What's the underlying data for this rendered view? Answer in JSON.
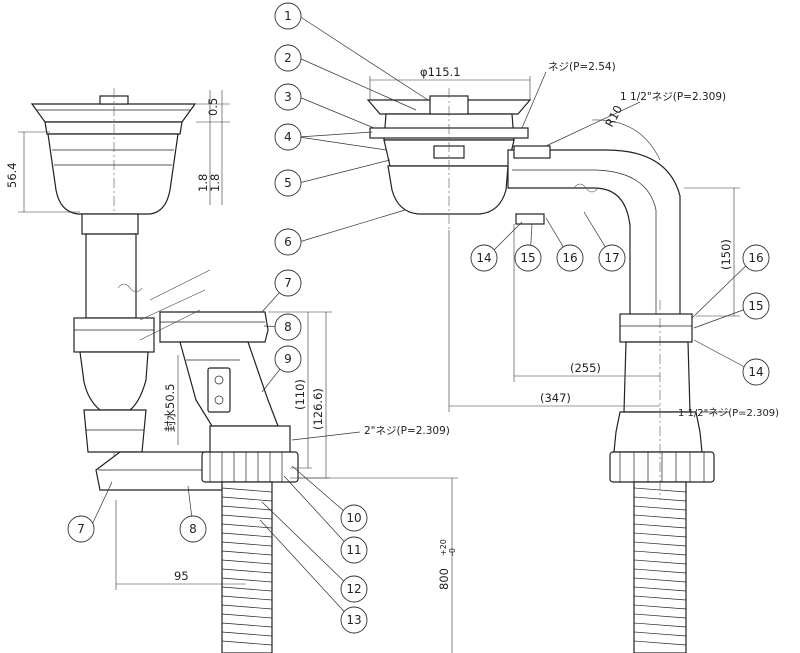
{
  "part_numbers": [
    "1",
    "2",
    "3",
    "4",
    "5",
    "6",
    "7",
    "8",
    "9",
    "10",
    "11",
    "12",
    "13",
    "14",
    "15",
    "16",
    "17"
  ],
  "callouts": {
    "top": [
      {
        "id": "1"
      },
      {
        "id": "2"
      },
      {
        "id": "3"
      },
      {
        "id": "4"
      },
      {
        "id": "5"
      },
      {
        "id": "6"
      }
    ],
    "left_view": [
      {
        "id": "7"
      },
      {
        "id": "8"
      },
      {
        "id": "9"
      },
      {
        "id": "7"
      },
      {
        "id": "8"
      },
      {
        "id": "10"
      },
      {
        "id": "11"
      },
      {
        "id": "12"
      },
      {
        "id": "13"
      }
    ],
    "right_view": [
      {
        "id": "14"
      },
      {
        "id": "15"
      },
      {
        "id": "16"
      },
      {
        "id": "17"
      },
      {
        "id": "16"
      },
      {
        "id": "15"
      },
      {
        "id": "14"
      }
    ]
  },
  "dimensions": {
    "diameter": "φ115.1",
    "depth": "56.4",
    "gap_top": "0.5",
    "wall_a": "1.8",
    "wall_b": "1.8",
    "trap_height": "(110)",
    "trap_total": "(126.6)",
    "seal": "封水50.5",
    "offset_95": "95",
    "hose_length": "800",
    "hose_tol_plus": "+20",
    "hose_tol_minus": "-0",
    "horiz_255": "(255)",
    "horiz_347": "(347)",
    "vert_150": "(150)",
    "bend_r": "R10"
  },
  "threads": {
    "thread_254": "ネジ(P=2.54)",
    "thread_half_top": "1 1/2\"ネジ(P=2.309)",
    "thread_half_bottom": "1 1/2\"ネジ(P=2.309)",
    "thread_2in": "2\"ネジ(P=2.309)"
  }
}
